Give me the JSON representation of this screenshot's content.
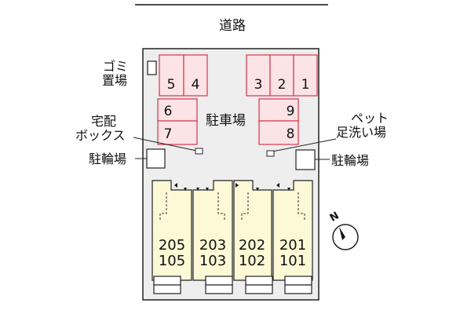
{
  "road": {
    "label": "道路"
  },
  "labels": {
    "garbage_line1": "ゴミ",
    "garbage_line2": "置場",
    "parking": "駐車場",
    "delivery_line1": "宅配",
    "delivery_line2": "ボックス",
    "bicycle_left": "駐輪場",
    "bicycle_right": "駐輪場",
    "pet_line1": "ペット",
    "pet_line2": "足洗い場"
  },
  "parking_spaces": [
    "5",
    "4",
    "3",
    "2",
    "1",
    "6",
    "7",
    "9",
    "8"
  ],
  "units": [
    {
      "upper": "205",
      "lower": "105"
    },
    {
      "upper": "203",
      "lower": "103"
    },
    {
      "upper": "202",
      "lower": "102"
    },
    {
      "upper": "201",
      "lower": "101"
    }
  ],
  "compass": {
    "label": "N"
  },
  "colors": {
    "parking_fill": "#fce3e6",
    "parking_stroke": "#d8334a",
    "unit_fill": "#fdf9d6",
    "site_fill": "#eeeeee",
    "outline": "#222222"
  }
}
